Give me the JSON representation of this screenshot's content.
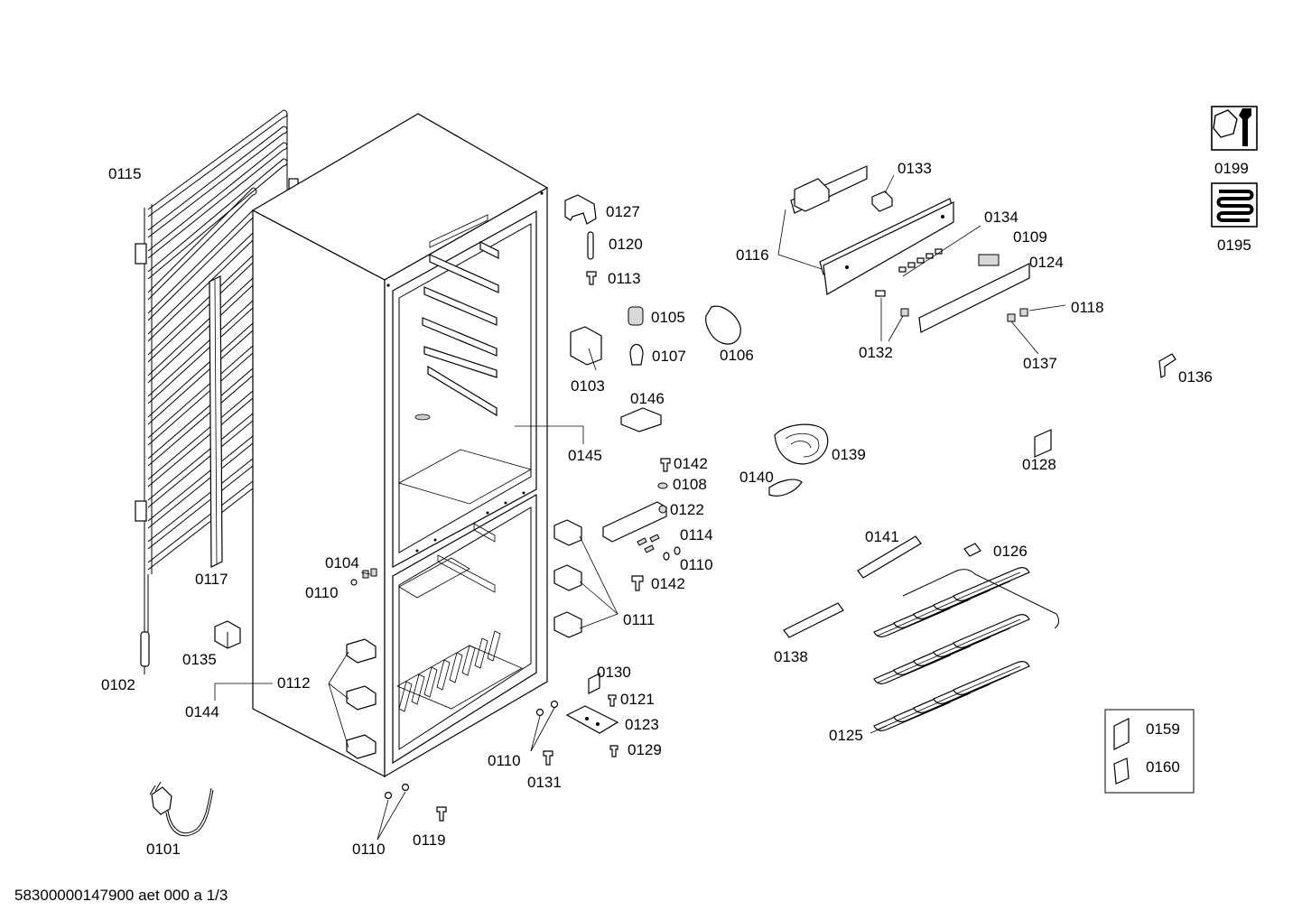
{
  "labels": {
    "p0101": "0101",
    "p0102": "0102",
    "p0103": "0103",
    "p0104": "0104",
    "p0105": "0105",
    "p0106": "0106",
    "p0107": "0107",
    "p0108": "0108",
    "p0109": "0109",
    "p0110_a": "0110",
    "p0110_b": "0110",
    "p0110_c": "0110",
    "p0110_d": "0110",
    "p0111": "0111",
    "p0112": "0112",
    "p0113": "0113",
    "p0114": "0114",
    "p0115": "0115",
    "p0116": "0116",
    "p0117": "0117",
    "p0118": "0118",
    "p0119": "0119",
    "p0120": "0120",
    "p0121": "0121",
    "p0122": "0122",
    "p0123": "0123",
    "p0124": "0124",
    "p0125": "0125",
    "p0126": "0126",
    "p0127": "0127",
    "p0128": "0128",
    "p0129": "0129",
    "p0130": "0130",
    "p0131": "0131",
    "p0132": "0132",
    "p0133": "0133",
    "p0134": "0134",
    "p0135": "0135",
    "p0136": "0136",
    "p0137": "0137",
    "p0138": "0138",
    "p0139": "0139",
    "p0140": "0140",
    "p0141": "0141",
    "p0142_a": "0142",
    "p0142_b": "0142",
    "p0144": "0144",
    "p0145": "0145",
    "p0146": "0146",
    "p0159": "0159",
    "p0160": "0160",
    "p0195": "0195",
    "p0199": "0199"
  },
  "footer": {
    "doc_id": "58300000147900 aet 000 a 1/3"
  },
  "icons": {
    "service": "wrench-nut-icon",
    "coil": "heater-coil-icon"
  }
}
